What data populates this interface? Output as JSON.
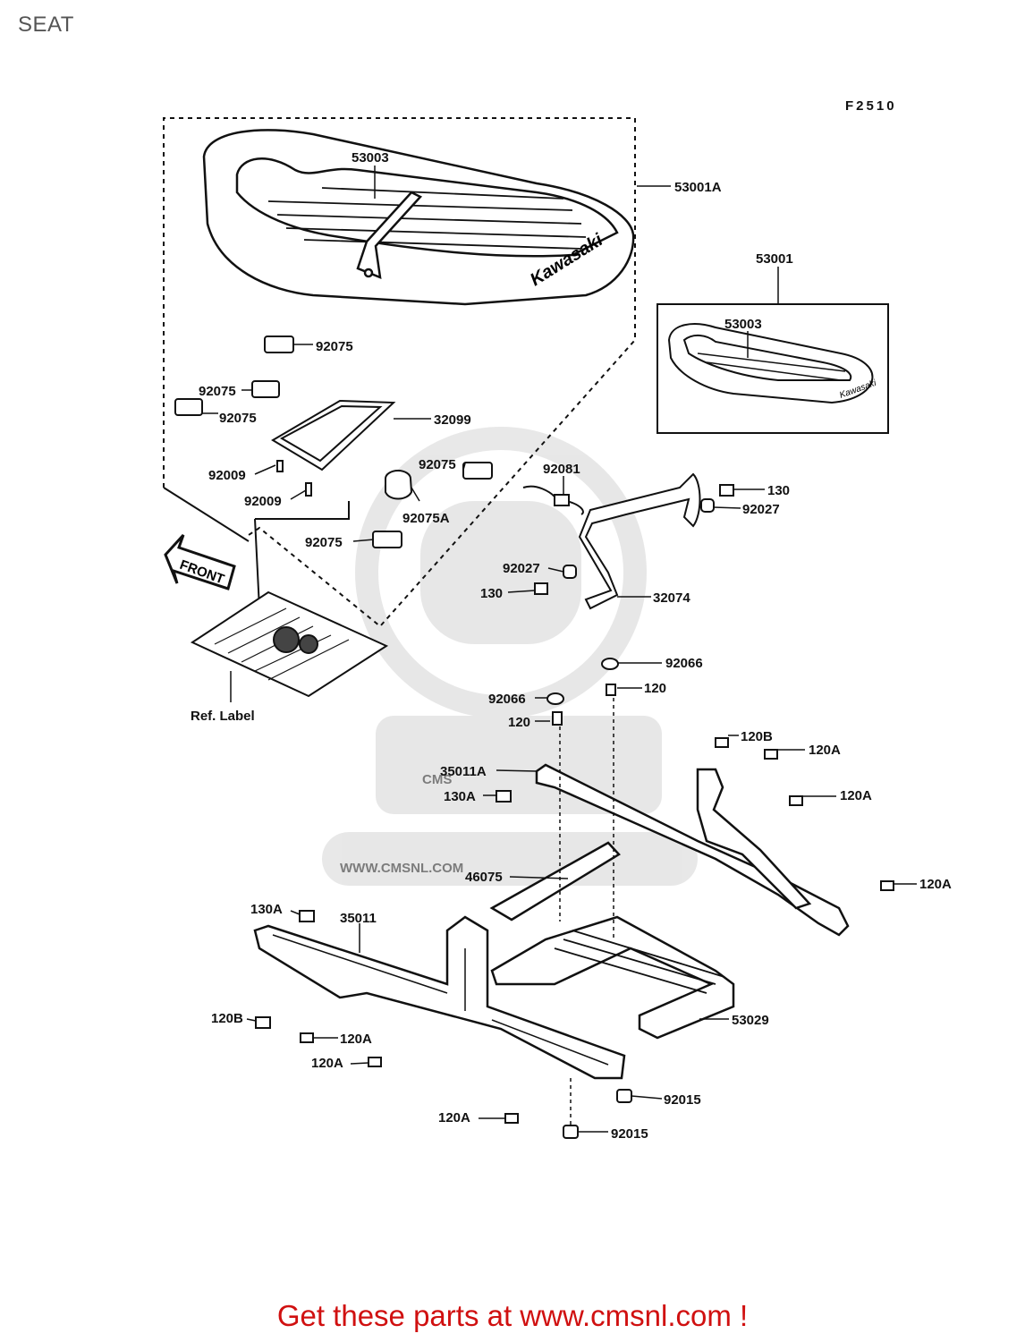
{
  "page": {
    "title": "SEAT",
    "figure_code": "F2510",
    "footer": "Get these parts at www.cmsnl.com !"
  },
  "watermark": {
    "url": "WWW.CMSNL.COM",
    "brand": "CMS"
  },
  "seat": {
    "brand_text": "Kawasaki",
    "front_arrow": "FRONT"
  },
  "parts": {
    "p53003_a": "53003",
    "p53001A": "53001A",
    "p53001": "53001",
    "p53003_b": "53003",
    "p92075_1": "92075",
    "p92075_2": "92075",
    "p92075_3": "92075",
    "p32099": "32099",
    "p92009_1": "92009",
    "p92009_2": "92009",
    "p92075_4": "92075",
    "p92075A": "92075A",
    "p92081": "92081",
    "p130_1": "130",
    "p92027_1": "92027",
    "p92075_5": "92075",
    "p92027_2": "92027",
    "p130_2": "130",
    "p32074": "32074",
    "ref_label": "Ref. Label",
    "p92066_1": "92066",
    "p120_1": "120",
    "p92066_2": "92066",
    "p120_2": "120",
    "p120B_1": "120B",
    "p120A_1": "120A",
    "p35011A": "35011A",
    "p130A_1": "130A",
    "p120A_2": "120A",
    "p46075": "46075",
    "p120A_3": "120A",
    "p130A_2": "130A",
    "p35011": "35011",
    "p120B_2": "120B",
    "p120A_4": "120A",
    "p53029": "53029",
    "p120A_5": "120A",
    "p92015_1": "92015",
    "p120A_6": "120A",
    "p92015_2": "92015"
  }
}
